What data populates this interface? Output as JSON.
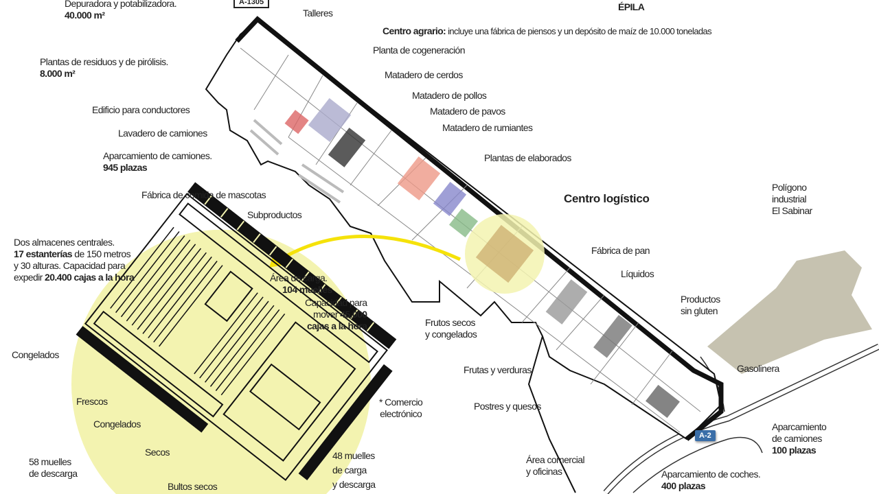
{
  "colors": {
    "highlight": "#f3f3b0",
    "arrow": "#f5e20a",
    "poligono": "#c6c2b0",
    "road_badge": "#3a6ea8",
    "outline": "#111111"
  },
  "roads": {
    "top_badge": "A-1305",
    "a2": "A-2",
    "epila": "ÉPILA"
  },
  "labels": {
    "depuradora": {
      "line1": "Depuradora y potabilizadora.",
      "line2": "40.000 m²"
    },
    "talleres": "Talleres",
    "centro_agrario": {
      "bold": "Centro agrario:",
      "rest": " incluye una fábrica de piensos y un depósito de maíz de 10.000 toneladas"
    },
    "cogeneracion": "Planta de cogeneración",
    "residuos": {
      "line1": "Plantas de residuos y de pirólisis.",
      "line2": "8.000 m²"
    },
    "cerdos": "Matadero de cerdos",
    "pollos": "Matadero de pollos",
    "pavos": "Matadero de pavos",
    "rumiantes": "Matadero de rumiantes",
    "conductores": "Edificio para conductores",
    "lavadero": "Lavadero de camiones",
    "aparcamiento_camiones": {
      "line1": "Aparcamiento de camiones.",
      "line2": "945 plazas"
    },
    "elaborados": "Plantas de elaborados",
    "mascotas": "Fábrica de comida de mascotas",
    "subproductos": "Subproductos",
    "centro_logistico": "Centro logístico",
    "poligono": {
      "line1": "Polígono",
      "line2": "industrial",
      "line3": "El Sabinar"
    },
    "pan": "Fábrica de pan",
    "liquidos": "Líquidos",
    "gluten": {
      "line1": "Productos",
      "line2": "sin gluten"
    },
    "frutos_secos": {
      "line1": "Frutos secos",
      "line2": "y congelados"
    },
    "frutas": "Frutas y verduras",
    "gasolinera": "Gasolinera",
    "postres": "Postres y quesos",
    "aparcamiento_camiones_100": {
      "line1": "Aparcamiento",
      "line2": "de camiones",
      "line3": "100 plazas"
    },
    "area_comercial": {
      "line1": "Área comercial",
      "line2": "y oficinas"
    },
    "aparcamiento_coches": {
      "line1": "Aparcamiento de coches.",
      "line2": "400 plazas"
    }
  },
  "inset": {
    "almacenes": {
      "line1": "Dos almacenes centrales.",
      "line2_bold": "17 estanterías",
      "line2_rest": " de 150 metros",
      "line3": "y 30 alturas. Capacidad para",
      "line4_pre": "expedir ",
      "line4_bold": "20.400 cajas a la hora"
    },
    "area_carga": {
      "line1": "Área de carga.",
      "line2": "104 muelles"
    },
    "capacidad": {
      "line1": "Capacidad para",
      "line2_pre": "mover ",
      "line2_bold": "45.000",
      "line3": "cajas a la hora"
    },
    "congelados_1": "Congelados",
    "frescos": "Frescos",
    "congelados_2": "Congelados",
    "secos": "Secos",
    "muelles_58": {
      "line1": "58 muelles",
      "line2": "de descarga"
    },
    "bultos": "Bultos secos",
    "comercio": {
      "line1": "* Comercio",
      "line2": "electrónico"
    },
    "muelles_48": {
      "line1": "48 muelles",
      "line2": "de carga",
      "line3": "y descarga"
    }
  }
}
